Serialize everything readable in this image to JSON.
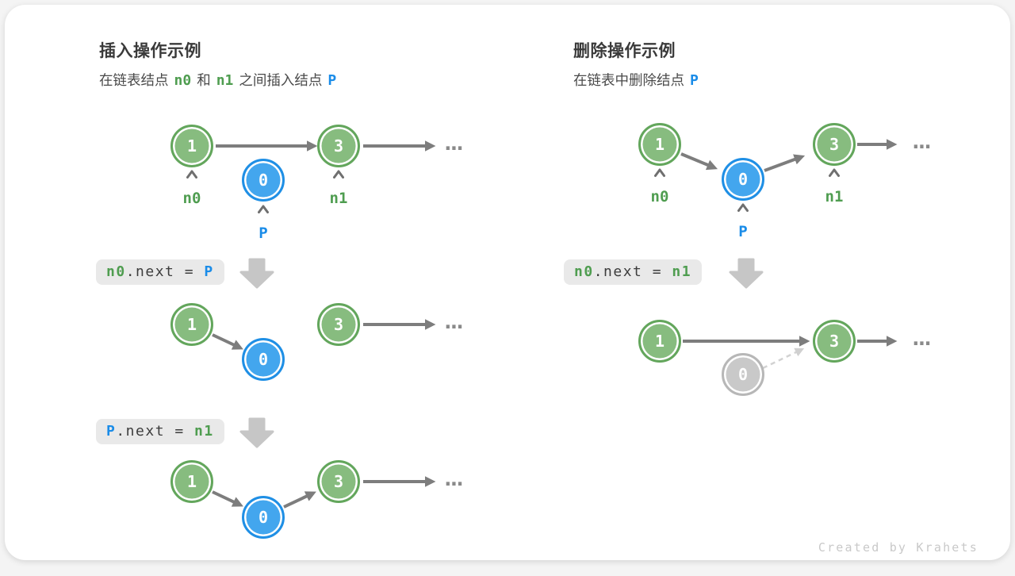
{
  "credit": "Created by Krahets",
  "colors": {
    "label_green": "#4f9d50",
    "label_blue": "#1a8ce8",
    "node_green_fill": "#87bc7f",
    "node_green_border": "#63a65c",
    "node_blue_fill": "#43a6ee",
    "node_blue_border": "#1f8fe5",
    "node_gray_fill": "#c9c9c9",
    "arrow_gray": "#7d7d7d",
    "code_box_bg": "#e9e9e9"
  },
  "node_values": {
    "one": "1",
    "three": "3",
    "zero": "0"
  },
  "insert": {
    "title": "插入操作示例",
    "subtitle_prefix": "在链表结点",
    "subtitle_n0": "n0",
    "subtitle_and": "和",
    "subtitle_n1": "n1",
    "subtitle_suffix": "之间插入结点",
    "subtitle_p": "P",
    "labels": {
      "n0": "n0",
      "n1": "n1",
      "p": "P"
    },
    "step1_code": {
      "lhs": "n0",
      "mid": ".next = ",
      "rhs": "P"
    },
    "step2_code": {
      "lhs": "P",
      "mid": ".next = ",
      "rhs": "n1"
    },
    "ellipsis": "..."
  },
  "delete": {
    "title": "删除操作示例",
    "subtitle_prefix": "在链表中删除结点",
    "subtitle_p": "P",
    "labels": {
      "n0": "n0",
      "n1": "n1",
      "p": "P"
    },
    "step1_code": {
      "lhs": "n0",
      "mid": ".next = ",
      "rhs": "n1"
    },
    "ellipsis": "..."
  }
}
